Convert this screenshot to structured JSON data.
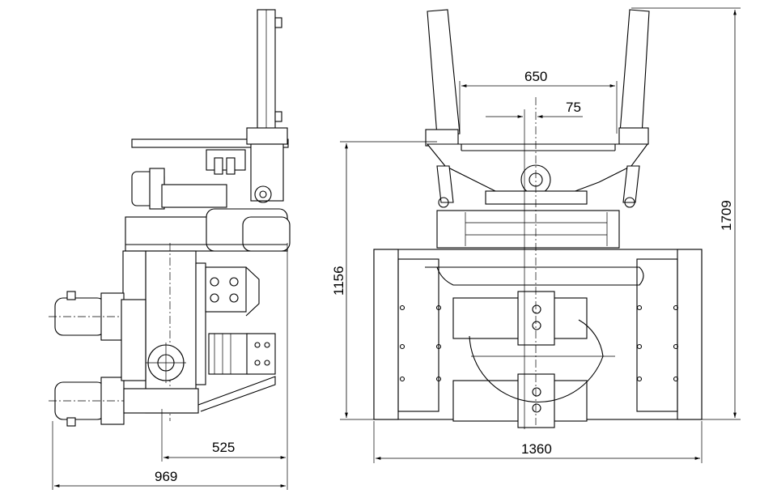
{
  "dimensions": {
    "side_depth_front": "525",
    "side_depth_total": "969",
    "front_width_total": "1360",
    "fork_spread": "650",
    "center_offset": "75",
    "height_body": "1156",
    "height_total": "1709"
  }
}
